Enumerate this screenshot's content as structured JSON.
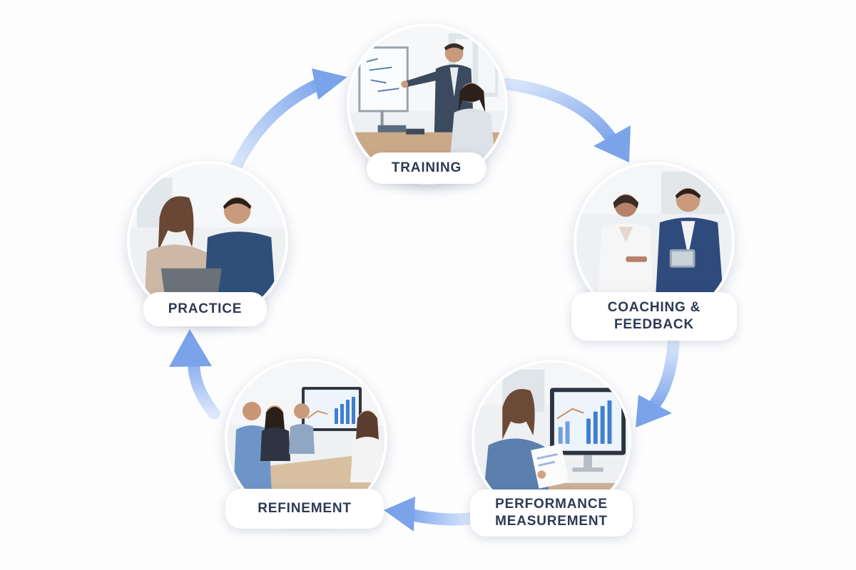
{
  "stages": [
    {
      "label": "TRAINING",
      "icon": "training-photo"
    },
    {
      "label_lines": [
        "COACHING &",
        "FEEDBACK"
      ],
      "icon": "coaching-photo"
    },
    {
      "label_lines": [
        "PERFORMANCE",
        "MEASUREMENT"
      ],
      "icon": "performance-photo"
    },
    {
      "label": "REFINEMENT",
      "icon": "refinement-photo"
    },
    {
      "label": "PRACTICE",
      "icon": "practice-photo"
    }
  ],
  "colors": {
    "arrow": "#8fb3ee",
    "arrow_head": "#7aa3ea",
    "label_text": "#2c3a55",
    "label_background": "#ffffff"
  }
}
